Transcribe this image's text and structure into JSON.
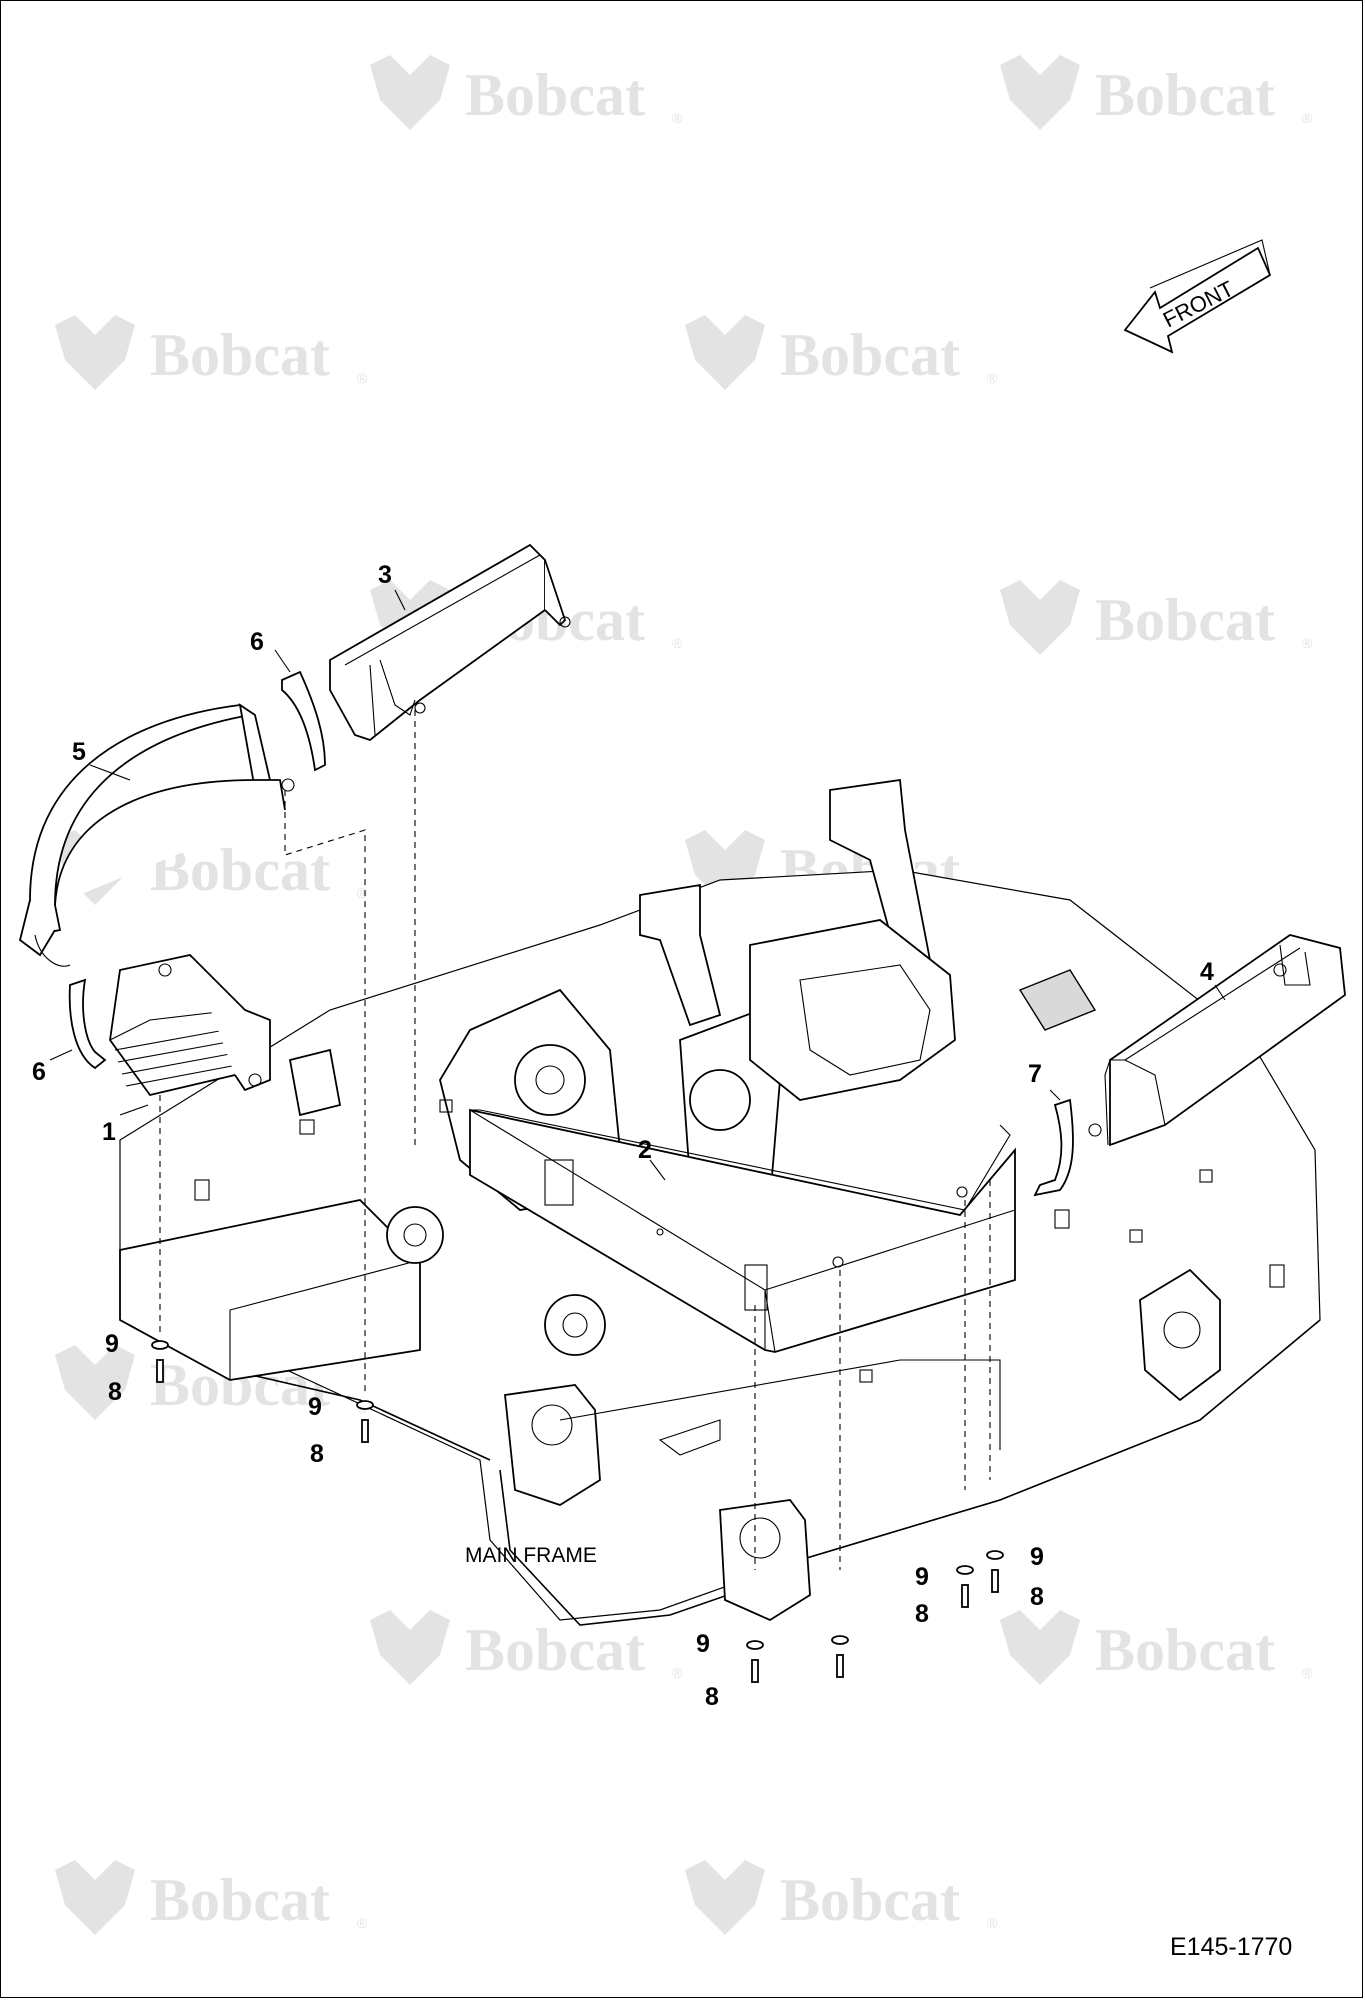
{
  "watermark": {
    "brand": "Bobcat",
    "reg": "®"
  },
  "front_arrow": {
    "label": "FRONT"
  },
  "frame_label": "MAIN FRAME",
  "drawing_number": "E145-1770",
  "callouts": {
    "c1": "1",
    "c2": "2",
    "c3": "3",
    "c4": "4",
    "c5": "5",
    "c6a": "6",
    "c6b": "6",
    "c7": "7",
    "c8a": "8",
    "c8b": "8",
    "c8c": "8",
    "c8d": "8",
    "c8e": "8",
    "c9a": "9",
    "c9b": "9",
    "c9c": "9",
    "c9d": "9",
    "c9e": "9"
  }
}
